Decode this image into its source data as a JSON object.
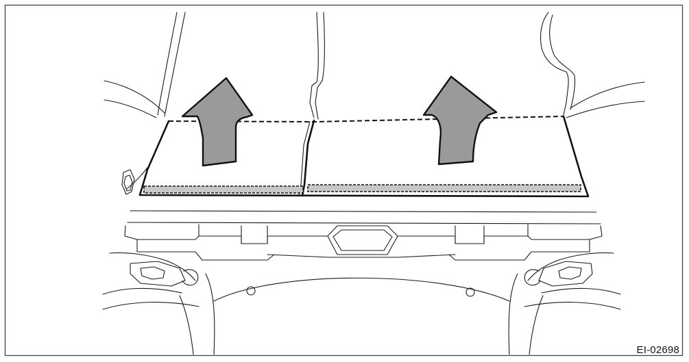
{
  "figure": {
    "id_label": "EI-02698",
    "colors": {
      "line": "#111111",
      "arrow_fill": "#9a9a9a",
      "strip_fill": "#c7c7c7",
      "frame": "#444444"
    },
    "icons": [
      "lift-arrow-left",
      "lift-arrow-right"
    ]
  }
}
